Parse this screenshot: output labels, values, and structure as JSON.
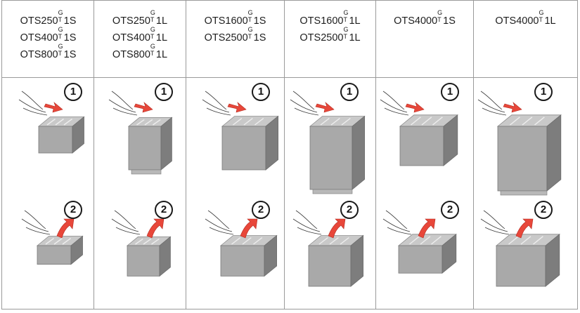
{
  "columns": [
    {
      "lines": [
        [
          "OTS250",
          "G",
          "T",
          "1S"
        ],
        [
          "OTS400",
          "G",
          "T",
          "1S"
        ],
        [
          "OTS800",
          "G",
          "T",
          "1S"
        ]
      ]
    },
    {
      "lines": [
        [
          "OTS250",
          "G",
          "T",
          "1L"
        ],
        [
          "OTS400",
          "G",
          "T",
          "1L"
        ],
        [
          "OTS800",
          "G",
          "T",
          "1L"
        ]
      ]
    },
    {
      "lines": [
        [
          "OTS1600",
          "G",
          "T",
          "1S"
        ],
        [
          "OTS2500",
          "G",
          "T",
          "1S"
        ]
      ]
    },
    {
      "lines": [
        [
          "OTS1600",
          "G",
          "T",
          "1L"
        ],
        [
          "OTS2500",
          "G",
          "T",
          "1L"
        ]
      ]
    },
    {
      "lines": [
        [
          "OTS4000",
          "G",
          "T",
          "1S"
        ]
      ]
    },
    {
      "lines": [
        [
          "OTS4000",
          "G",
          "T",
          "1L"
        ]
      ]
    }
  ],
  "steps": {
    "one": "1",
    "two": "2"
  },
  "colors": {
    "arrow": "#e8473a",
    "box_light": "#c9c9c9",
    "box_mid": "#a9a9a9",
    "box_dark": "#7d7d7d",
    "rule": "#9a9a9a",
    "ink": "#1e1e1e"
  },
  "icons": {
    "step1": "hand-pushing-shroud-arrow",
    "step2": "hand-lifting-shroud-arrow"
  }
}
